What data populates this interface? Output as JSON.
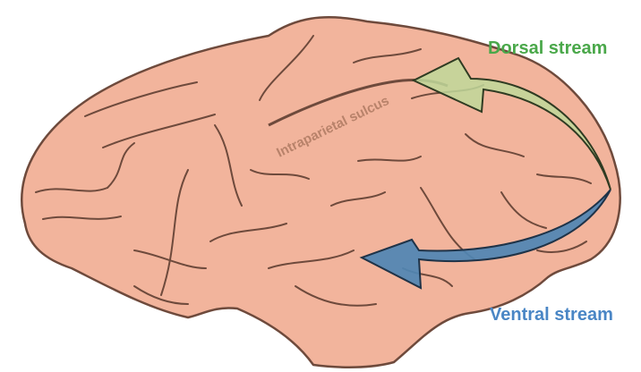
{
  "labels": {
    "dorsal": "Dorsal stream",
    "ventral": "Ventral stream",
    "sulcus": "Intraparietal sulcus"
  },
  "colors": {
    "dorsal_text": "#4aa84a",
    "ventral_text": "#4a86c5",
    "sulcus_text": "#b8826a",
    "brain_fill": "#f2b49c",
    "brain_line": "#6e4a3c",
    "dorsal_arrow": "#bfd89a",
    "ventral_arrow": "#4f86b4"
  }
}
